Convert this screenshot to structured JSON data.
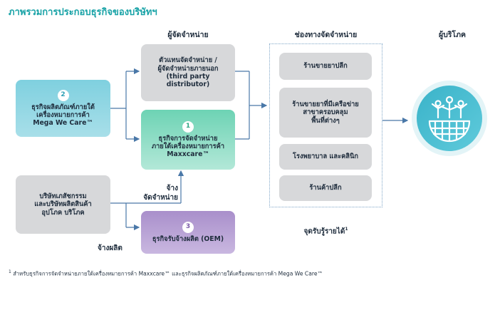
{
  "title": "ภาพรวมการประกอบธุรกิจของบริษัทฯ",
  "headers": {
    "distributor": "ผู้จัดจำหน่าย",
    "channels": "ช่องทางจัดจำหน่าย",
    "consumer": "ผู้บริโภค"
  },
  "boxes": {
    "mega_we_care": {
      "number": "2",
      "line1": "ธุรกิจผลิตภัณฑ์ภายใต้",
      "line2": "เครื่องหมายการค้า",
      "line3": "Mega We Care™"
    },
    "third_party": {
      "line1": "ตัวแทนจัดจำหน่าย /",
      "line2": "ผู้จัดจำหน่ายภายนอก",
      "line3": "(third party distributor)"
    },
    "maxxcare": {
      "number": "1",
      "line1": "ธุรกิจการจัดจำหน่าย",
      "line2": "ภายใต้เครื่องหมายการค้า",
      "line3": "Maxxcare™"
    },
    "pharma": {
      "line1": "บริษัทเภสัชกรรม",
      "line2": "และบริษัทผลิตสินค้า",
      "line3": "อุปโภค บริโภค"
    },
    "oem": {
      "number": "3",
      "line1": "ธุรกิจรับจ้างผลิต (OEM)"
    }
  },
  "channels": [
    {
      "line1": "ร้านขายยาปลีก"
    },
    {
      "line1": "ร้านขายยาที่มีเครือข่าย",
      "line2": "สาขาครอบคลุม",
      "line3": "พื้นที่ต่างๆ"
    },
    {
      "line1": "โรงพยาบาล และคลินิก"
    },
    {
      "line1": "ร้านค้าปลีก"
    }
  ],
  "labels": {
    "hire_distribute_1": "จ้าง",
    "hire_distribute_2": "จัดจำหน่าย",
    "hire_produce": "จ้างผลิต",
    "revenue": "จุดรับรู้รายได้",
    "revenue_sup": "1"
  },
  "footnote": {
    "sup": "1",
    "text": "สำหรับธุรกิจการจัดจำหน่ายภายใต้เครื่องหมายการค้า Maxxcare™ และธุรกิจผลิตภัณฑ์ภายใต้เครื่องหมายการค้า Mega We Care™"
  },
  "colors": {
    "title": "#17a2a6",
    "arrow": "#4a78a8",
    "consumer": "#3fb6c8"
  },
  "icons": {
    "consumer": "people-on-globe-icon"
  }
}
